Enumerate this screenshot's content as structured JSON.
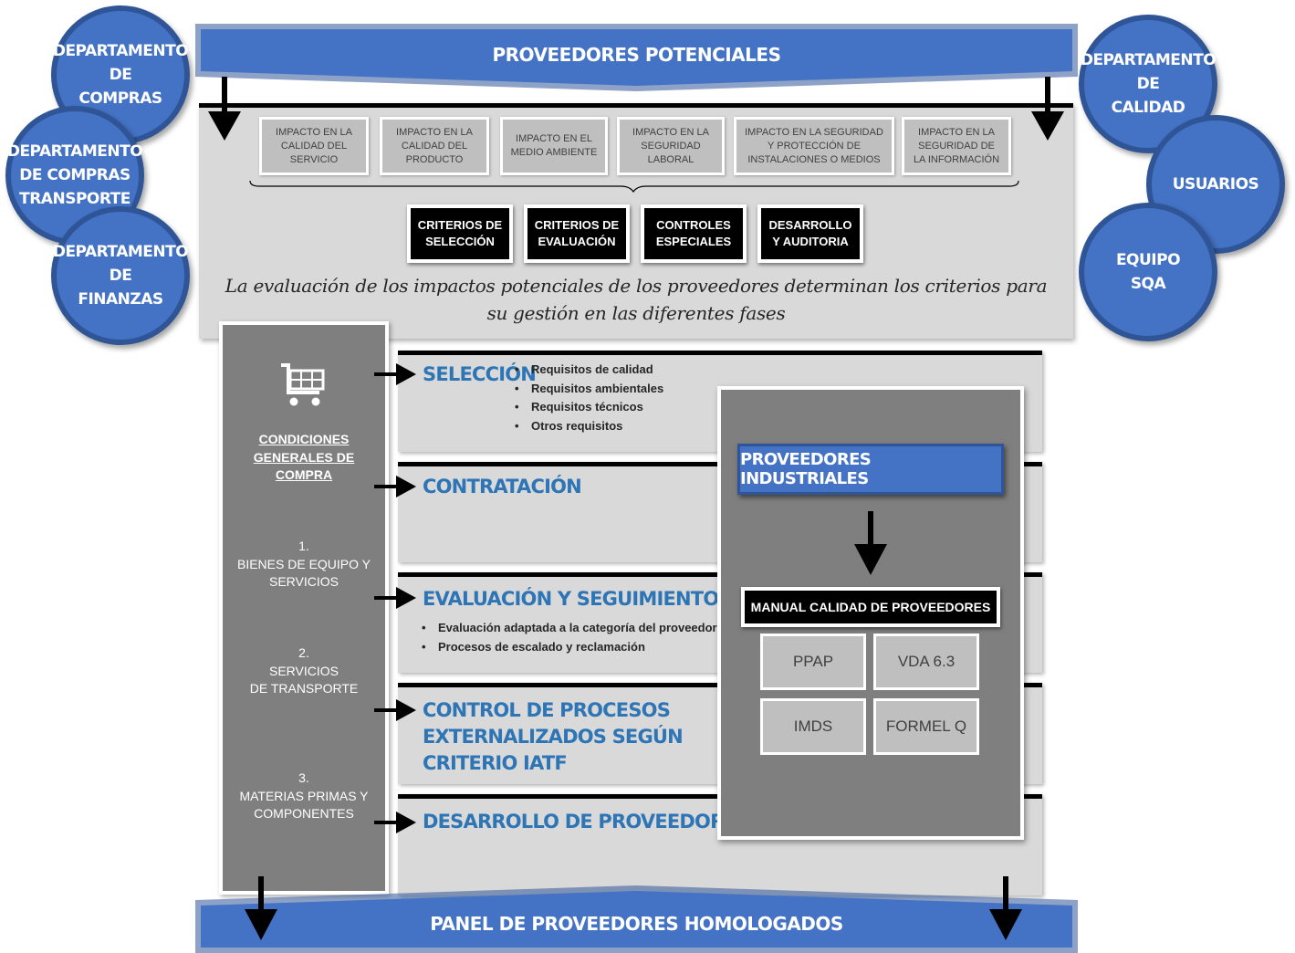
{
  "banners": {
    "top": "PROVEEDORES POTENCIALES",
    "bottom": "PANEL DE PROVEEDORES HOMOLOGADOS"
  },
  "departments_left": [
    "DEPARTAMENTO\nDE\nCOMPRAS",
    "DEPARTAMENTO\nDE COMPRAS\nTRANSPORTE",
    "DEPARTAMENTO\nDE\nFINANZAS"
  ],
  "departments_right": [
    "DEPARTAMENTO\nDE\nCALIDAD",
    "USUARIOS",
    "EQUIPO\nSQA"
  ],
  "impacts": [
    "IMPACTO EN LA\nCALIDAD DEL\nSERVICIO",
    "IMPACTO EN LA\nCALIDAD DEL\nPRODUCTO",
    "IMPACTO EN EL\nMEDIO AMBIENTE",
    "IMPACTO EN LA\nSEGURIDAD\nLABORAL",
    "IMPACTO EN LA SEGURIDAD\nY PROTECCIÓN DE\nINSTALACIONES O MEDIOS",
    "IMPACTO EN LA\nSEGURIDAD DE\nLA INFORMACIÓN"
  ],
  "criteria": [
    "CRITERIOS DE\nSELECCIÓN",
    "CRITERIOS DE\nEVALUACIÓN",
    "CONTROLES\nESPECIALES",
    "DESARROLLO\nY AUDITORIA"
  ],
  "evaluation_text": "La evaluación de los impactos potenciales de los proveedores determinan los criterios para\nsu gestión en las diferentes fases",
  "left_panel": {
    "icon": "shopping-cart-icon",
    "conditions": "CONDICIONES\nGENERALES DE\nCOMPRA",
    "item1": "1.\nBIENES DE EQUIPO Y\nSERVICIOS",
    "item2": "2.\nSERVICIOS\nDE TRANSPORTE",
    "item3": "3.\nMATERIAS PRIMAS Y\nCOMPONENTES"
  },
  "phases": {
    "seleccion": {
      "title": "SELECCIÓN",
      "bullets": [
        "Requisitos de calidad",
        "Requisitos ambientales",
        "Requisitos técnicos",
        "Otros requisitos"
      ]
    },
    "contratacion": {
      "title": "CONTRATACIÓN"
    },
    "evaluacion": {
      "title": "EVALUACIÓN Y SEGUIMIENTO",
      "bullets": [
        "Evaluación adaptada a la categoría del proveedor",
        "Procesos de escalado y reclamación"
      ]
    },
    "control": {
      "title": "CONTROL DE PROCESOS\nEXTERNALIZADOS SEGÚN\nCRITERIO IATF"
    },
    "desarrollo": {
      "title": "DESARROLLO DE PROVEEDORES"
    }
  },
  "industrial": {
    "title": "PROVEEDORES INDUSTRIALES",
    "manual": "MANUAL CALIDAD DE PROVEEDORES",
    "standards": [
      "PPAP",
      "VDA 6.3",
      "IMDS",
      "FORMEL Q"
    ]
  },
  "colors": {
    "blue": "#4472c4",
    "blue_dark": "#2f5597",
    "phase_title": "#2e75b6",
    "panel_gray": "#7f7f7f",
    "light_gray": "#d9d9d9"
  }
}
